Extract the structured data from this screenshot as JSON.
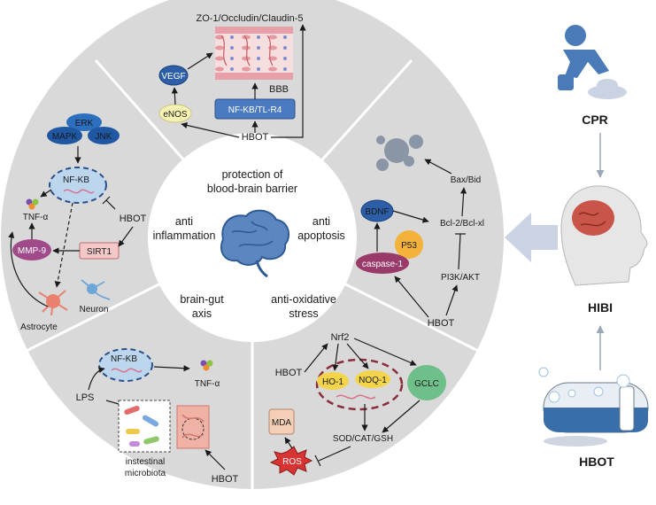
{
  "center": {
    "top": [
      "protection of",
      "blood-brain barrier"
    ],
    "left": [
      "anti",
      "inflammation"
    ],
    "right": [
      "anti",
      "apoptosis"
    ],
    "bottom_left": [
      "brain-gut",
      "axis"
    ],
    "bottom_right": [
      "anti-oxidative",
      "stress"
    ]
  },
  "bbb_panel": {
    "tight_junction": "ZO-1/Occludin/Claudin-5",
    "vegf": "VEGF",
    "enos": "eNOS",
    "nfkb_tlr4": "NF-KB/TL-R4",
    "bbb": "BBB",
    "hbot": "HBOT"
  },
  "inflammation_panel": {
    "erk": "ERK",
    "mapk": "MAPK",
    "jnk": "JNK",
    "nfkb": "NF-KB",
    "tnf": "TNF-α",
    "hbot": "HBOT",
    "mmp9": "MMP-9",
    "sirt1": "SIRT1",
    "astrocyte": "Astrocyte",
    "neuron": "Neuron"
  },
  "apoptosis_panel": {
    "bax": "Bax/Bid",
    "bdnf": "BDNF",
    "bcl2": "Bcl-2/Bcl-xl",
    "p53": "P53",
    "caspase": "caspase-1",
    "pi3k": "PI3K/AKT",
    "hbot": "HBOT"
  },
  "gut_panel": {
    "nfkb": "NF-KB",
    "tnf": "TNF-α",
    "lps": "LPS",
    "microbiota": [
      "instestinal",
      "microbiota"
    ],
    "hbot": "HBOT"
  },
  "oxidative_panel": {
    "nrf2": "Nrf2",
    "hbot": "HBOT",
    "ho1": "HO-1",
    "nqo1": "NOQ-1",
    "gclc": "GCLC",
    "mda": "MDA",
    "sod": "SOD/CAT/GSH",
    "ros": "ROS"
  },
  "side": {
    "cpr": "CPR",
    "hibi": "HIBI",
    "hbot": "HBOT"
  },
  "colors": {
    "ring": "#dadada",
    "divider": "#ffffff",
    "center_disk": "#ffffff",
    "brain": "#5b86bf",
    "nfkb_fill": "#bcd6ee",
    "hbot_chamber": "#3a6ea8",
    "cpr_person": "#4a7bb8",
    "arrow_big": "#c9d3e3"
  }
}
